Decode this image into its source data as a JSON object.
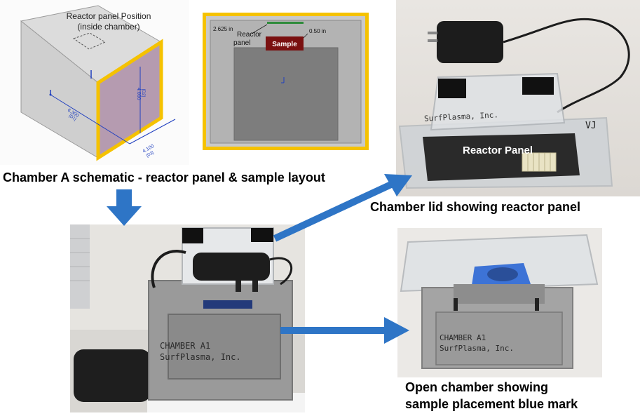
{
  "schematic_3d": {
    "title_line1": "Reactor panel Position",
    "title_line2": "(inside chamber)",
    "dim_length": "6.300",
    "dim_length_sub": "[D1]",
    "dim_height": "4.000",
    "dim_height_sub": "[D2]",
    "dim_width": "4.100",
    "dim_width_sub": "[D3]"
  },
  "schematic_front": {
    "dim_left": "2.625 in",
    "dim_right": "0.50 in",
    "reactor_label_line1": "Reactor",
    "reactor_label_line2": "panel",
    "sample_label": "Sample"
  },
  "photos": {
    "lid": {
      "panel_label": "Reactor Panel",
      "marker_text": "VJ",
      "brand_text": "SurfPlasma, Inc."
    },
    "chamber_main": {
      "line1": "CHAMBER A1",
      "line2": "SurfPlasma, Inc."
    },
    "chamber_open": {
      "line1": "CHAMBER A1",
      "line2": "SurfPlasma, Inc."
    }
  },
  "captions": {
    "schematic": "Chamber A schematic - reactor panel & sample layout",
    "lid": "Chamber lid showing reactor panel",
    "open_line1": "Open chamber showing",
    "open_line2": "sample placement blue mark"
  },
  "colors": {
    "highlight_border": "#f5c200",
    "arrow": "#2e75c6",
    "sample": "#7a1010"
  }
}
